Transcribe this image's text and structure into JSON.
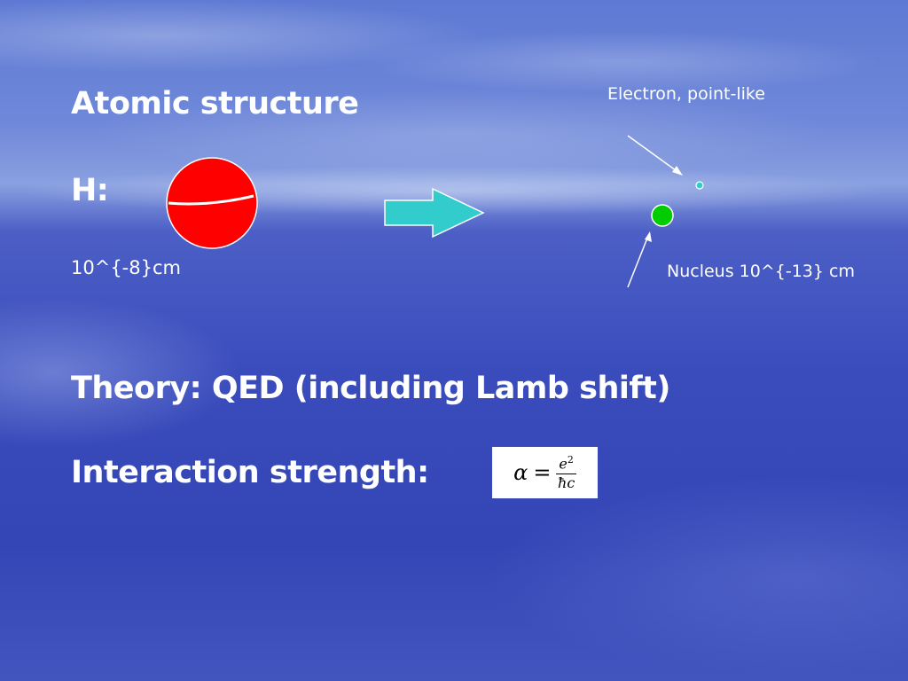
{
  "slide": {
    "title": "Atomic structure",
    "atom_label": "H:",
    "atom_size": "10^{-8}cm",
    "electron_label": "Electron, point-like",
    "nucleus_label": "Nucleus 10^{-13} cm",
    "theory": "Theory: QED (including Lamb shift)",
    "interaction": "Interaction strength:",
    "formula": {
      "lhs": "α",
      "eq": "=",
      "num_base": "e",
      "num_exp": "2",
      "den": "ħc"
    }
  },
  "colors": {
    "atom": "#ff0000",
    "arrow": "#33cccc",
    "nucleus": "#00cc00",
    "electron": "#33cccc",
    "text": "#ffffff"
  }
}
